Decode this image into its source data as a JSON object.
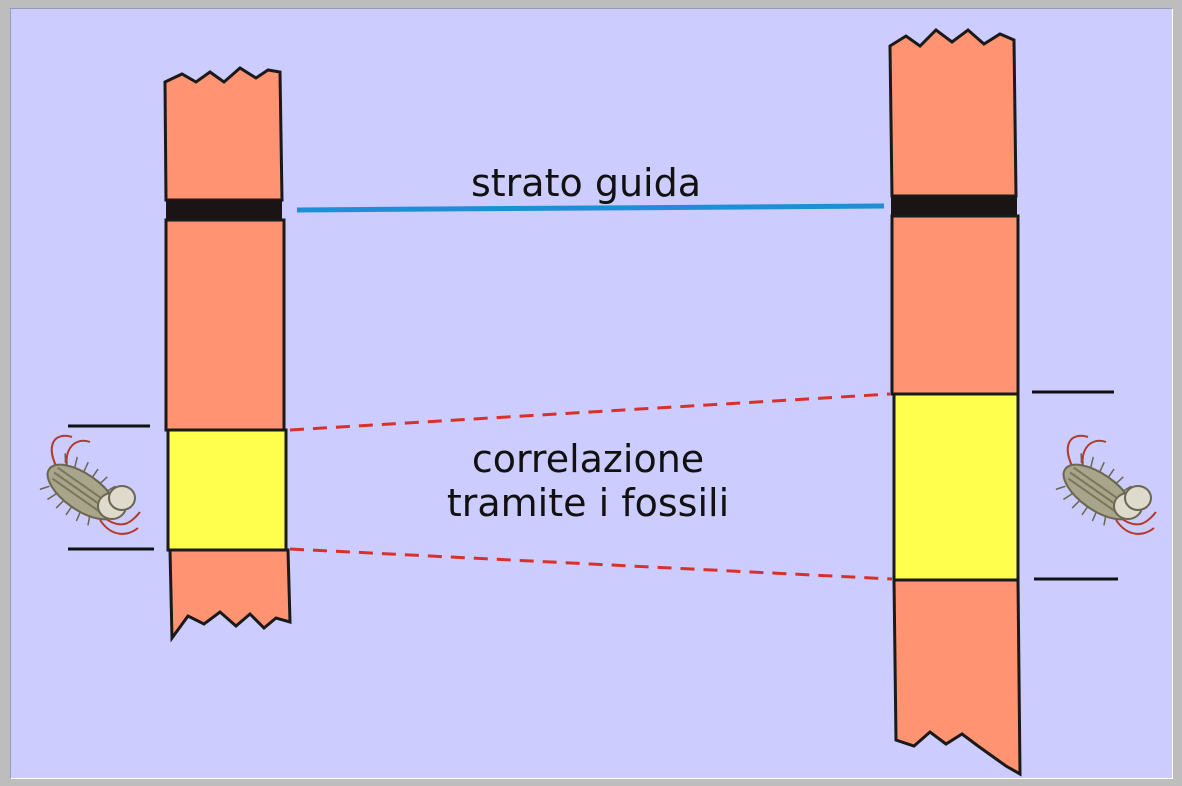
{
  "labels": {
    "key_bed": "strato guida",
    "fossil_line1": "correlazione",
    "fossil_line2": "tramite i fossili"
  },
  "colors": {
    "background": "#ccccff",
    "rock": "#ff9372",
    "key_bed": "#1a1414",
    "fossil_zone": "#ffff4d",
    "key_bed_link": "#1e8fd6",
    "fossil_link": "#d9302b",
    "outline": "#1a1a1a"
  },
  "icons": {
    "left_fossil": "trilobite-icon",
    "right_fossil": "trilobite-icon"
  }
}
